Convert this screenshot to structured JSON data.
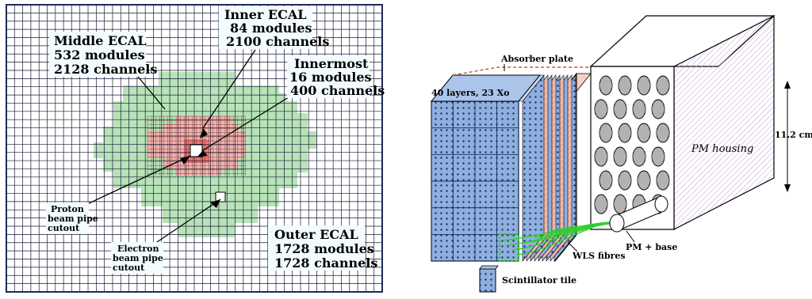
{
  "left_panel": {
    "colors": {
      "grid": "#1a1a3a",
      "frame": "#1e2a5a",
      "middle_fill": "#b7e3b7",
      "inner_fill": "#f3b3ad",
      "innermost_fill": "#ee7a72",
      "label_box": "#eef8ff"
    },
    "labels": {
      "middle": [
        "Middle ECAL",
        "532 modules",
        "2128 channels"
      ],
      "inner": [
        "Inner ECAL",
        "84 modules",
        "2100 channels"
      ],
      "innermost": [
        "Innermost",
        "16 modules",
        "400 channels"
      ],
      "outer": [
        "Outer ECAL",
        "1728 modules",
        "1728 channels"
      ],
      "proton": [
        "Proton",
        "beam pipe",
        "cutout"
      ],
      "electron": [
        "Electron",
        "beam pipe",
        "cutout"
      ]
    }
  },
  "right_panel": {
    "colors": {
      "tile_blue": "#8fb0de",
      "absorber": "#f2b9ad",
      "housing_hatch": "#c9a8e0",
      "fibre_green": "#2ecf2e"
    },
    "labels": {
      "absorber": "Absorber plate",
      "layers": "40 layers, 23 Xo",
      "height": "11.2 cm",
      "housing": "PM  housing",
      "pm_base": "PM + base",
      "wls": "WLS fibres",
      "scint": "Scintillator tile"
    }
  }
}
